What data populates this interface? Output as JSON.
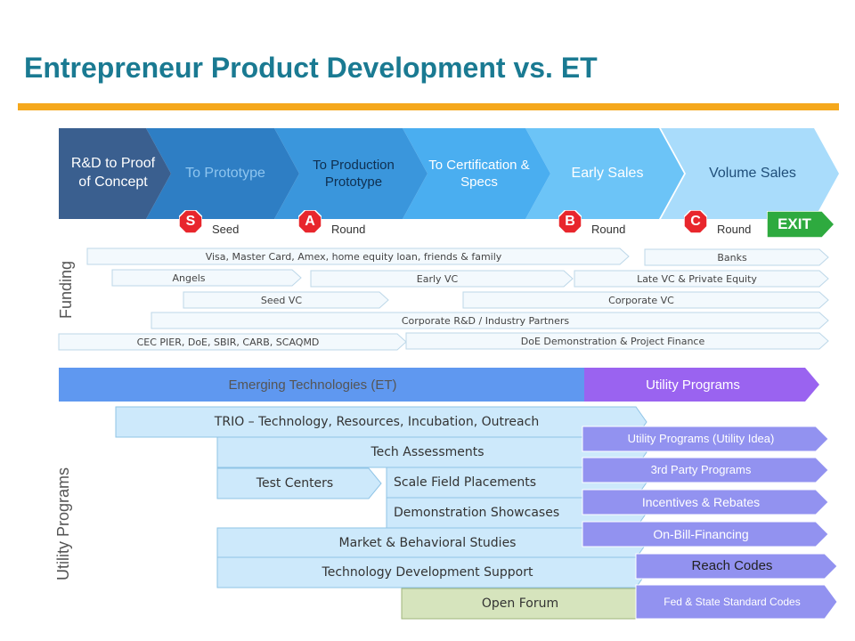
{
  "title": "Entrepreneur Product Development vs. ET",
  "stages": [
    {
      "label": "R&D to Proof of Concept",
      "color": "#3a5f8f"
    },
    {
      "label": "To Prototype",
      "color": "#2e7ec4"
    },
    {
      "label": "To Production Prototype",
      "color": "#3a96dc"
    },
    {
      "label": "To Certification & Specs",
      "color": "#4aaef0"
    },
    {
      "label": "Early Sales",
      "color": "#6cc4f7"
    },
    {
      "label": "Volume Sales",
      "color": "#a9dcfb"
    }
  ],
  "rounds": [
    {
      "letter": "S",
      "label": "Seed"
    },
    {
      "letter": "A",
      "label": "Round"
    },
    {
      "letter": "B",
      "label": "Round"
    },
    {
      "letter": "C",
      "label": "Round"
    }
  ],
  "exit_label": "EXIT",
  "funding_label": "Funding",
  "funding_bars": [
    "Visa, Master Card, Amex, home equity loan, friends & family",
    "Banks",
    "Angels",
    "Early VC",
    "Late VC & Private Equity",
    "Seed VC",
    "Corporate VC",
    "Corporate R&D / Industry Partners",
    "CEC PIER, DoE, SBIR, CARB, SCAQMD",
    "DoE Demonstration & Project Finance"
  ],
  "et_label": "Emerging Technologies (ET)",
  "utility_header": "Utility Programs",
  "utility_label": "Utility Programs",
  "et_blocks": [
    "TRIO – Technology, Resources, Incubation, Outreach",
    "Tech Assessments",
    "Test Centers",
    "Scale Field Placements",
    "Demonstration Showcases",
    "Market & Behavioral Studies",
    "Technology Development Support",
    "Open Forum"
  ],
  "program_blocks": [
    "Utility Programs (Utility Idea)",
    "3rd Party Programs",
    "Incentives & Rebates",
    "On-Bill-Financing",
    "Reach Codes",
    "Fed & State Standard Codes"
  ],
  "colors": {
    "title": "#1a7a92",
    "accent_rule": "#f5a81c",
    "badge_red": "#e8262c",
    "exit_green": "#2eaa3f",
    "et_blue": "#5f98f0",
    "utility_purple": "#9a63f0",
    "program_purple": "#9292f0",
    "et_light": "#cde9fb",
    "open_forum": "#d6e4bd"
  }
}
